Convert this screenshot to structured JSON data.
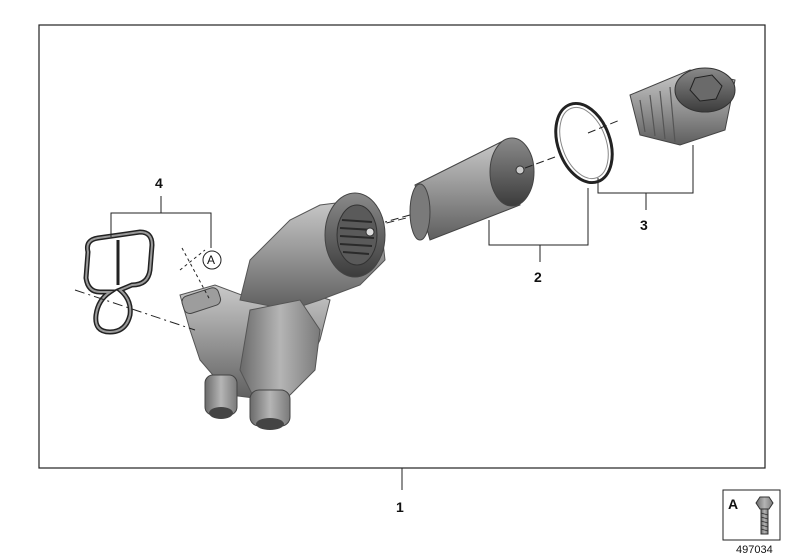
{
  "callouts": {
    "item_1": "1",
    "item_2": "2",
    "item_3": "3",
    "item_4": "4"
  },
  "detail_marker": "A",
  "detail_box_label": "A",
  "image_number": "497034",
  "icons": {
    "housing": "oil-filter-housing-icon",
    "element": "filter-element-icon",
    "oring": "o-ring-icon",
    "cap": "filter-cap-icon",
    "gasket": "gasket-icon",
    "screw": "screw-icon"
  }
}
